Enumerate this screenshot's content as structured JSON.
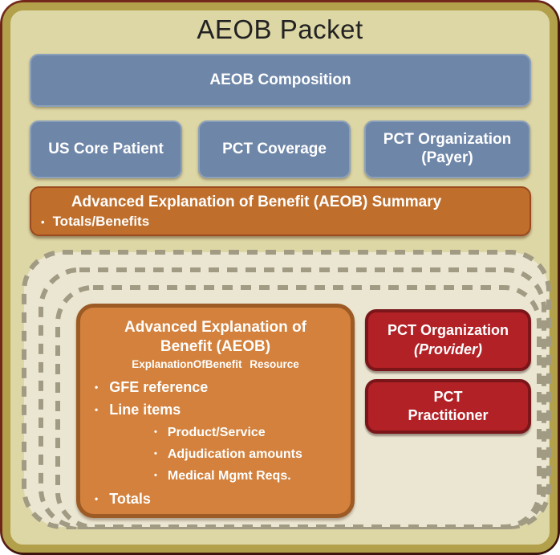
{
  "page_title": "AEOB Packet",
  "composition_box": {
    "label": "AEOB Composition"
  },
  "resource_boxes": [
    {
      "name": "us-core-patient",
      "lines": [
        "US Core Patient",
        ""
      ]
    },
    {
      "name": "pct-coverage",
      "lines": [
        "PCT Coverage",
        ""
      ]
    },
    {
      "name": "pct-organization-payer",
      "lines": [
        "PCT Organization",
        "(Payer)"
      ]
    }
  ],
  "summary_box": {
    "title": "Advanced Explanation of Benefit (AEOB) Summary",
    "bullets": [
      "Totals/Benefits"
    ]
  },
  "aeob_detail_box": {
    "title": "Advanced Explanation of Benefit (AEOB)",
    "subtitle": "ExplanationOfBenefit Resource",
    "bullet_1": "GFE reference",
    "bullet_2": "Line items",
    "sub_bullets": [
      "Product/Service",
      "Adjudication amounts",
      "Medical Mgmt Reqs."
    ],
    "bullet_3": "Totals"
  },
  "provider_boxes": [
    {
      "name": "pct-organization-provider",
      "lines": [
        "PCT Organization",
        "(Provider)"
      ]
    },
    {
      "name": "pct-practitioner",
      "lines": [
        "PCT",
        "Practitioner"
      ]
    }
  ],
  "colors": {
    "frame_maroon": "#76291c",
    "gold_border": "#b3a04a",
    "tan_background": "#ddd6a5",
    "blue_box": "#6e86a8",
    "summary_orange": "#bf6e2b",
    "aeob_orange": "#d3813c",
    "red_box": "#b22126",
    "stack_fill_cream": "#ebe6d2",
    "dash_gray": "#a29b84"
  }
}
